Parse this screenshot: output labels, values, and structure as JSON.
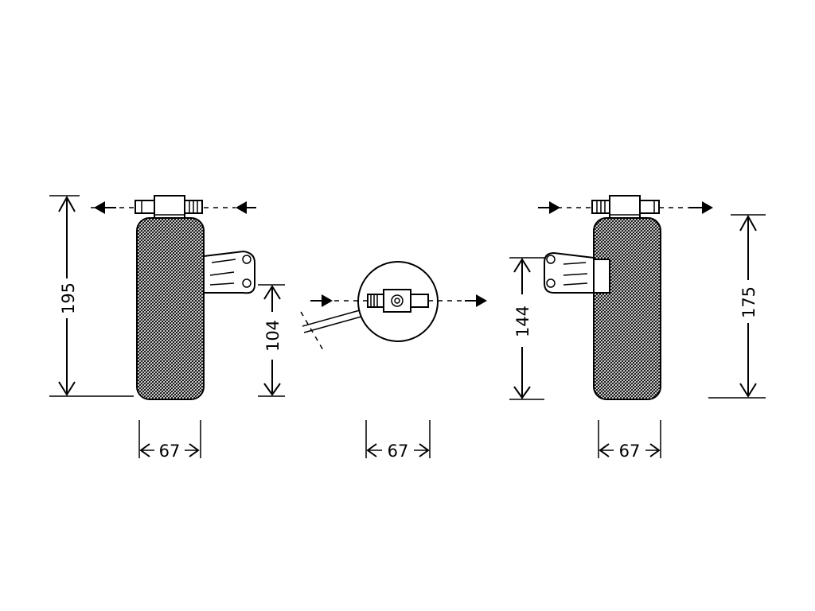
{
  "colors": {
    "ink": "#000000",
    "background": "#ffffff"
  },
  "left_view": {
    "height_label": "195",
    "mount_height_label": "104",
    "width_label": "67"
  },
  "center_view": {
    "width_label": "67"
  },
  "right_view": {
    "mount_height_label": "144",
    "height_label": "175",
    "width_label": "67"
  }
}
